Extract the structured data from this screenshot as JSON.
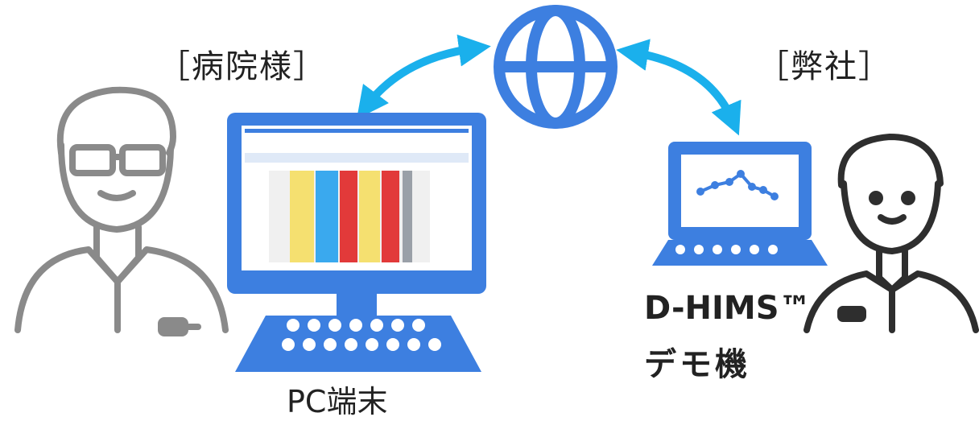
{
  "labels": {
    "hospital": "［病院様］",
    "company": "［弊社］",
    "pc_terminal": "PC端末",
    "demo_line1": "D-HIMS™",
    "demo_line2": "デモ機"
  },
  "colors": {
    "accent_blue": "#3d7fe0",
    "arrow_blue": "#1ab0ec",
    "person_gray": "#8a8a8a"
  },
  "icons": [
    "doctor-icon",
    "globe-icon",
    "monitor-icon",
    "laptop-icon",
    "staff-icon",
    "double-arrow-icon"
  ]
}
